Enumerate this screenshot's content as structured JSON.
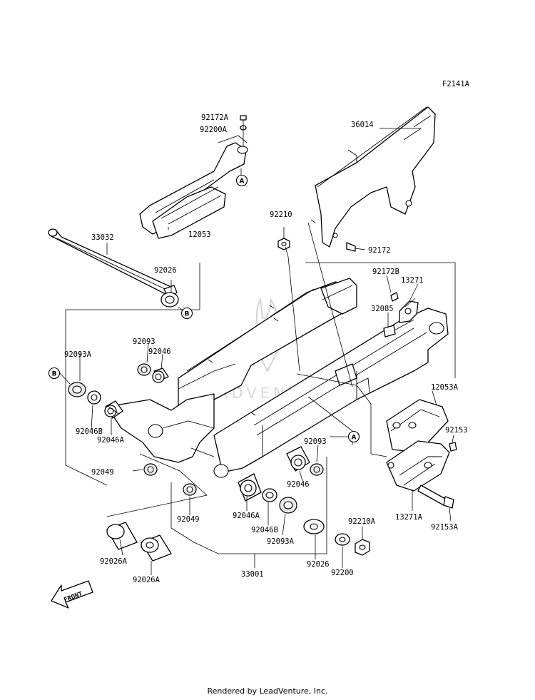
{
  "figure_code": "F2141A",
  "footer": "Rendered by LeadVenture, Inc.",
  "watermark": "LEADVENTURE",
  "front_arrow_label": "FRONT",
  "callouts": [
    "A",
    "B"
  ],
  "parts": [
    {
      "id": "92172A"
    },
    {
      "id": "92200A"
    },
    {
      "id": "12053"
    },
    {
      "id": "36014"
    },
    {
      "id": "92172"
    },
    {
      "id": "92210"
    },
    {
      "id": "33032"
    },
    {
      "id": "92026"
    },
    {
      "id": "92172B"
    },
    {
      "id": "13271"
    },
    {
      "id": "32085"
    },
    {
      "id": "92093"
    },
    {
      "id": "92046"
    },
    {
      "id": "92093A"
    },
    {
      "id": "92046B"
    },
    {
      "id": "92046A"
    },
    {
      "id": "12053A"
    },
    {
      "id": "92153"
    },
    {
      "id": "92049"
    },
    {
      "id": "92093"
    },
    {
      "id": "92046"
    },
    {
      "id": "92049"
    },
    {
      "id": "92046A"
    },
    {
      "id": "92046B"
    },
    {
      "id": "92093A"
    },
    {
      "id": "92210A"
    },
    {
      "id": "13271A"
    },
    {
      "id": "92153A"
    },
    {
      "id": "92026"
    },
    {
      "id": "92200"
    },
    {
      "id": "92026A"
    },
    {
      "id": "92026A"
    },
    {
      "id": "33001"
    }
  ]
}
